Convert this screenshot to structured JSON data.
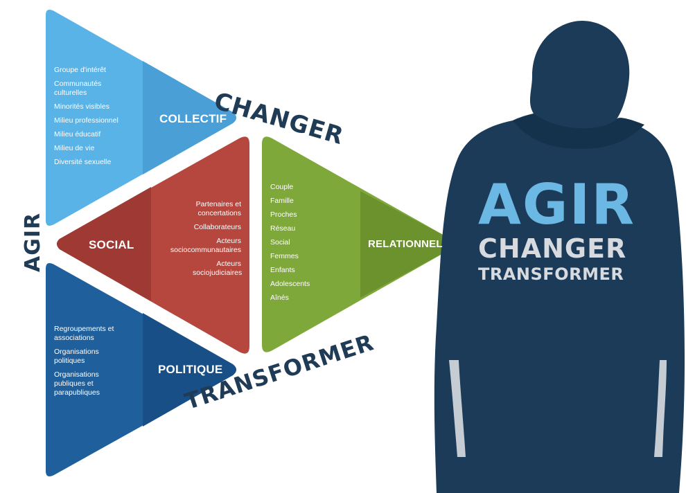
{
  "colors": {
    "collectif": "#5ab3e6",
    "collectif_dark": "#4aa0d6",
    "politique": "#1f5f9c",
    "politique_dark": "#184f86",
    "social": "#b5473e",
    "social_dark": "#9e3a33",
    "relationnel": "#7fa83a",
    "relationnel_dark": "#6b922c",
    "figure": "#1b3b58",
    "stamp": "#1f3b56",
    "hoodie_blue": "#6cb8e4",
    "hoodie_grey": "#d7dade"
  },
  "side_label": "AGIR",
  "arc_top": "CHANGER",
  "arc_bottom": "TRANSFORMER",
  "segments": {
    "collectif": {
      "label": "COLLECTIF",
      "items": [
        "Groupe d'intérêt",
        "Communautés culturelles",
        "Minorités visibles",
        "Milieu professionnel",
        "Milieu éducatif",
        "Milieu de vie",
        "Diversité sexuelle"
      ]
    },
    "politique": {
      "label": "POLITIQUE",
      "items": [
        "Regroupements et associations",
        "Organisations politiques",
        "Organisations publiques et parapubliques"
      ]
    },
    "social": {
      "label": "SOCIAL",
      "items": [
        "Partenaires et concertations",
        "Collaborateurs",
        "Acteurs sociocommunautaires",
        "Acteurs sociojudiciaires"
      ]
    },
    "relationnel": {
      "label": "RELATIONNEL",
      "items": [
        "Couple",
        "Famille",
        "Proches",
        "Réseau",
        "Social",
        "Femmes",
        "Enfants",
        "Adolescents",
        "Aînés"
      ]
    }
  },
  "hoodie": {
    "line1": "AGIR",
    "line2": "CHANGER",
    "line3": "TRANSFORMER"
  },
  "icons": [
    "person-silhouette-icon"
  ]
}
